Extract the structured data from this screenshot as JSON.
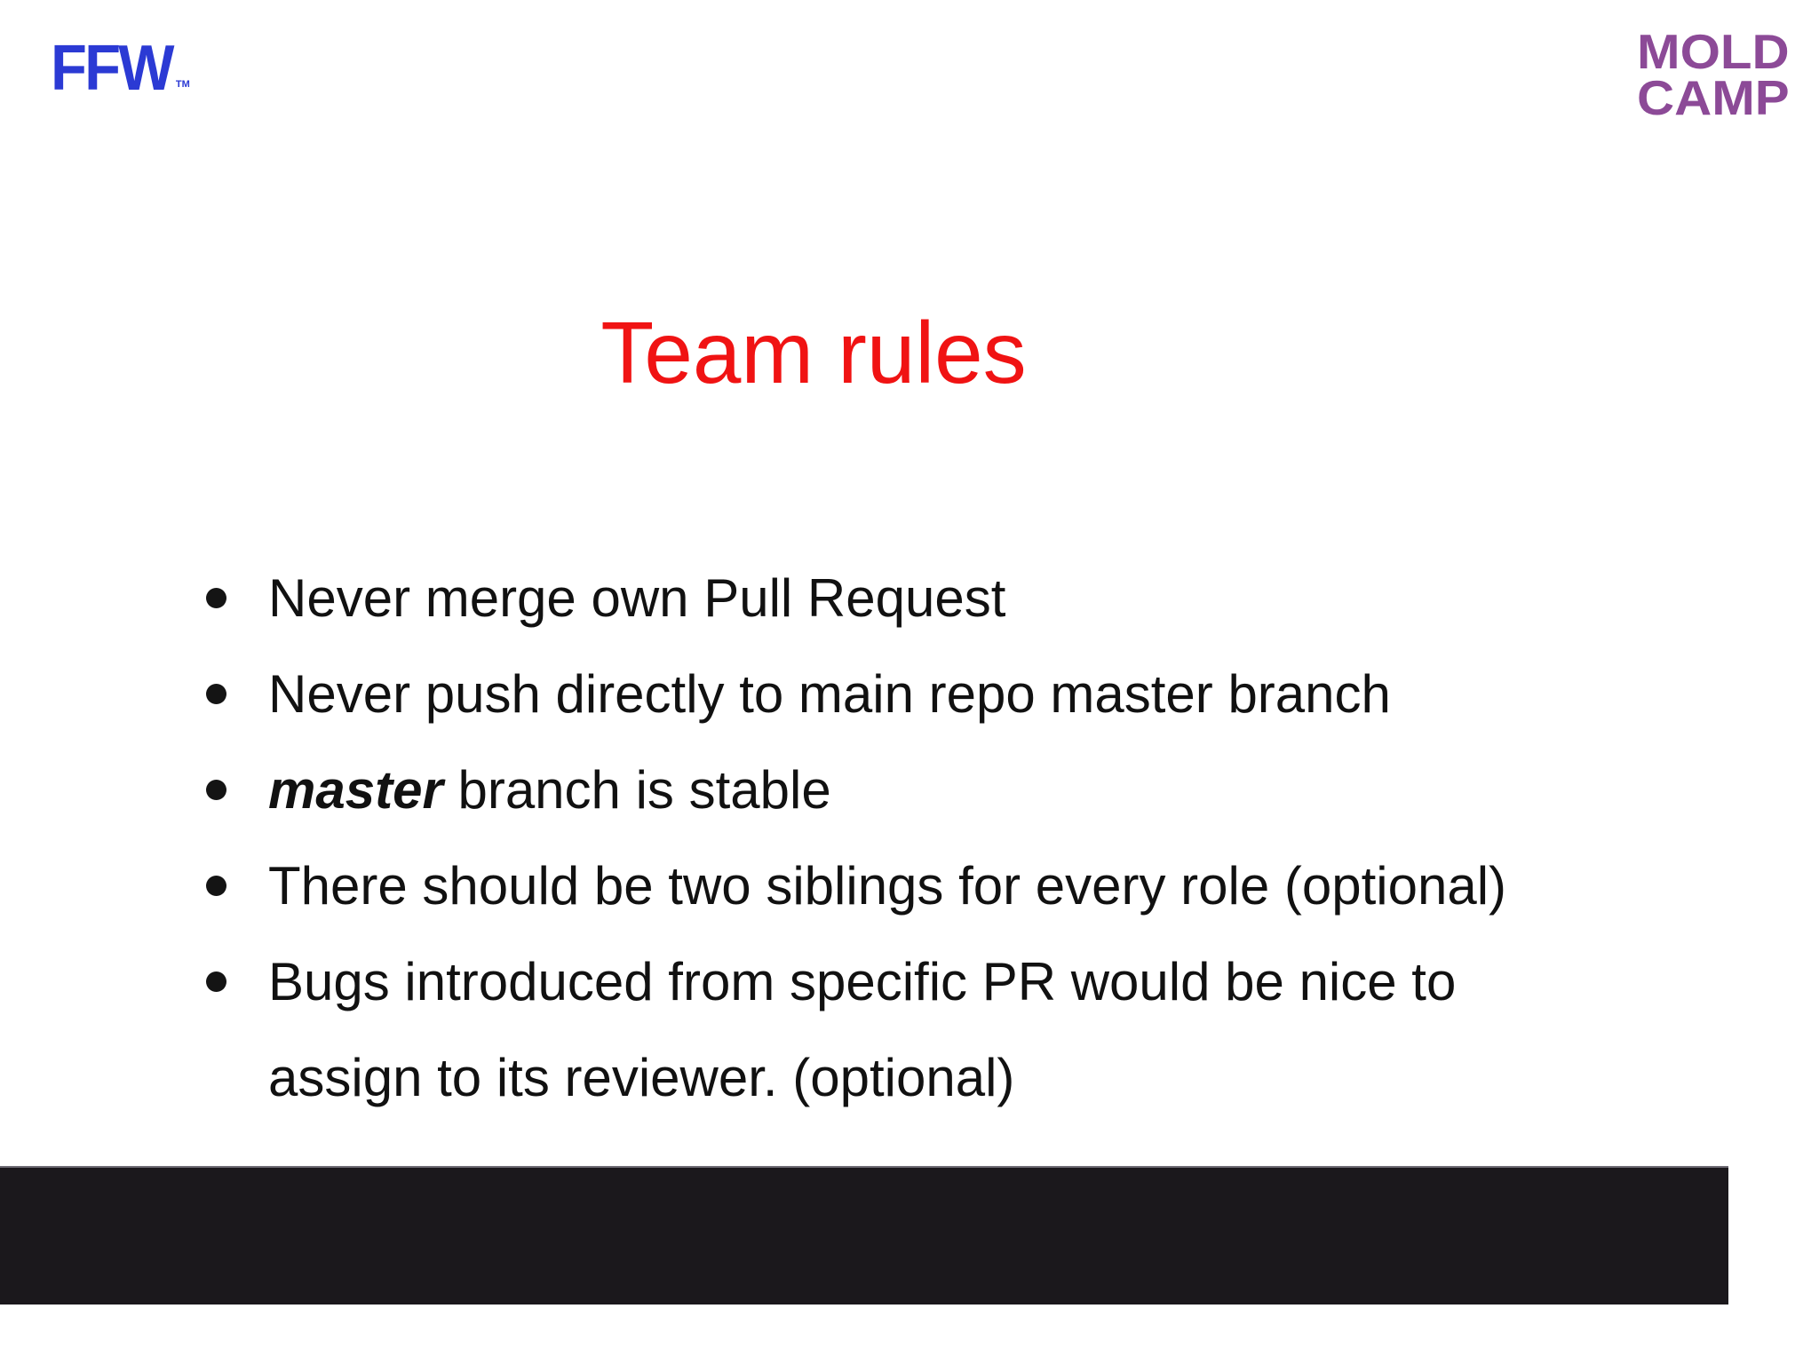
{
  "header": {
    "ffw_logo": {
      "text": "FFW",
      "trademark": "TM",
      "color": "#2b3ad4"
    },
    "moldcamp_logo": {
      "line1": "MOLD",
      "line2": "CAMP",
      "color": "#8c4a97"
    }
  },
  "slide": {
    "title": {
      "text": "Team rules",
      "color": "#f01313"
    },
    "bullets": [
      {
        "segments": [
          {
            "text": "Never merge own Pull Request"
          }
        ]
      },
      {
        "segments": [
          {
            "text": "Never push directly to main repo master branch"
          }
        ]
      },
      {
        "segments": [
          {
            "text": "master",
            "emphasis": "bold-italic"
          },
          {
            "text": " branch is stable"
          }
        ]
      },
      {
        "segments": [
          {
            "text": "There should be two siblings for every role (optional)"
          }
        ]
      },
      {
        "segments": [
          {
            "text": "Bugs introduced from specific PR would be nice to assign to its reviewer. (optional)"
          }
        ]
      }
    ]
  },
  "footer": {
    "bar_color": "#1b181c"
  }
}
